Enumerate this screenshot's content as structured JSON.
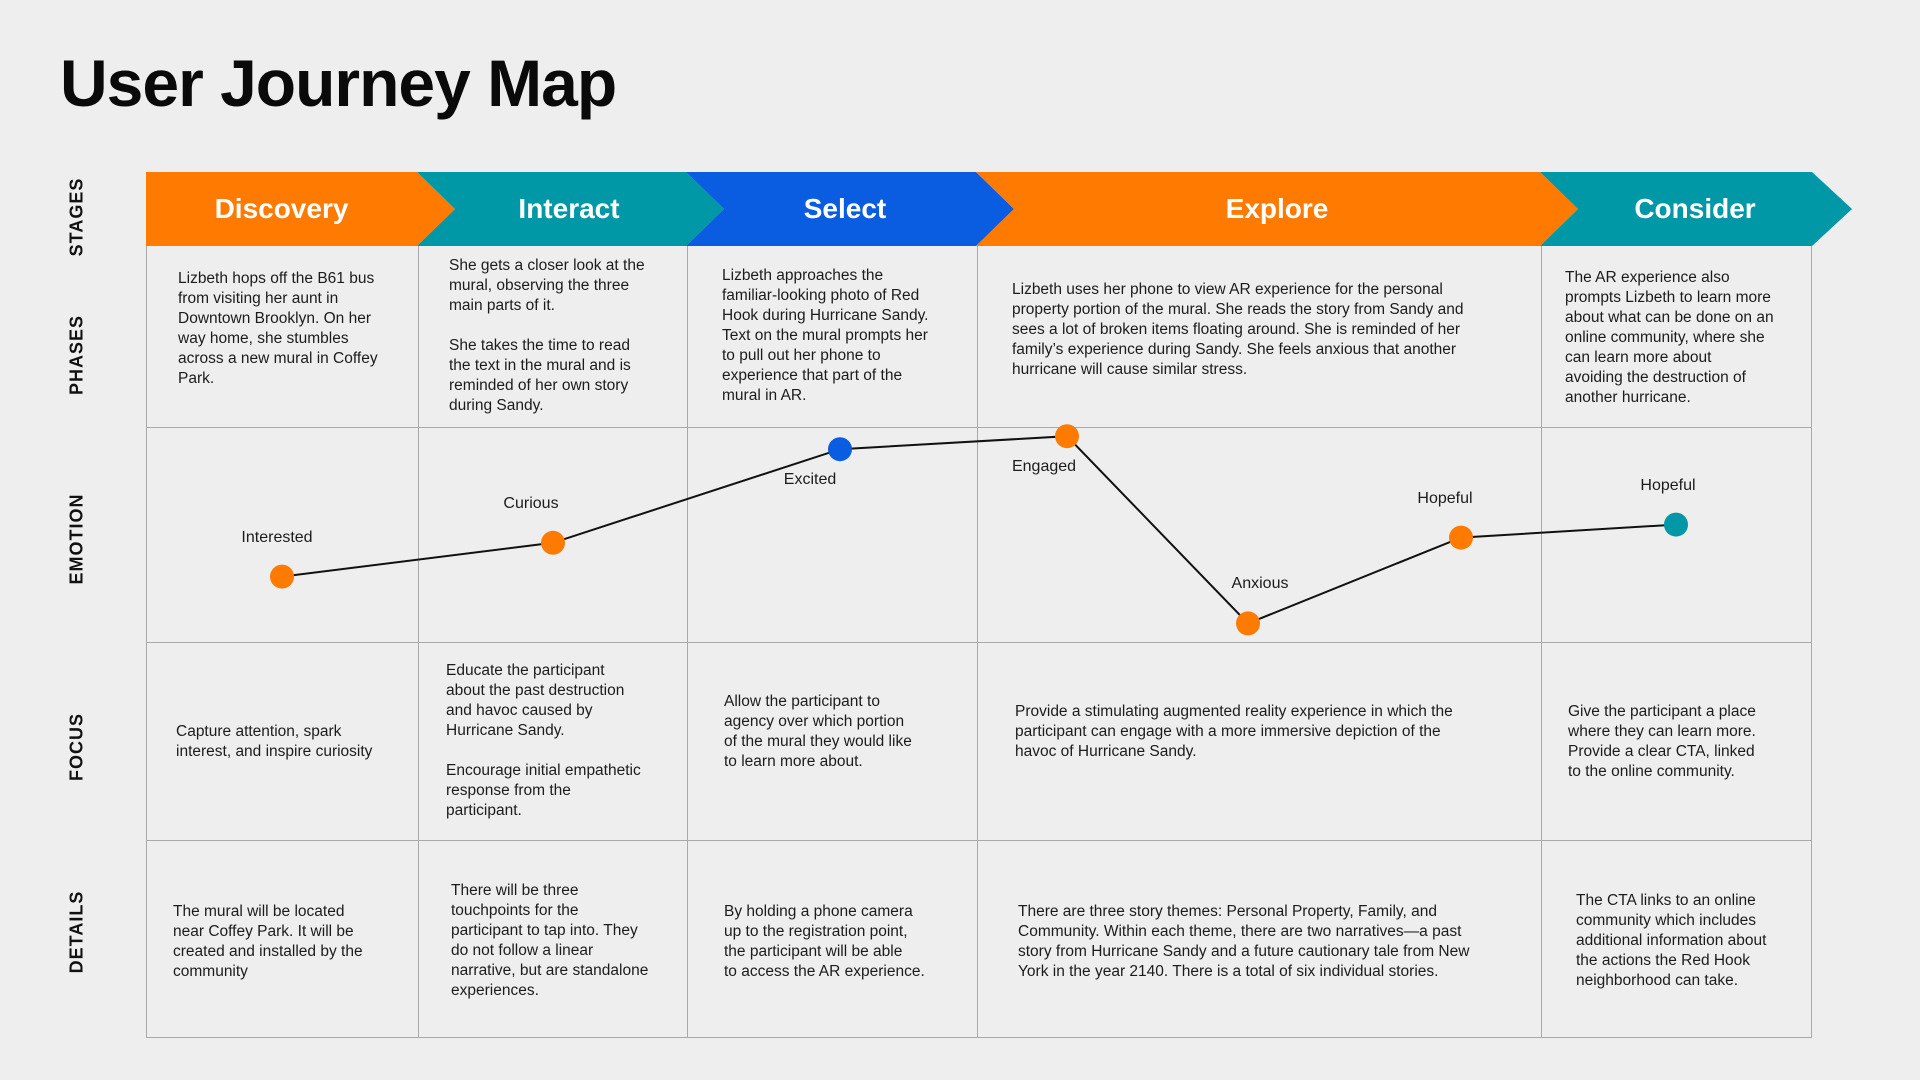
{
  "title": "User Journey Map",
  "colors": {
    "orange": "#ff7a00",
    "teal": "#0098a6",
    "blue": "#0a5ce0",
    "grid": "#a9a9a9",
    "line": "#111111"
  },
  "row_labels": {
    "stages": "STAGES",
    "phases": "PHASES",
    "emotion": "EMOTION",
    "focus": "FOCUS",
    "details": "DETAILS"
  },
  "stages": [
    {
      "name": "Discovery",
      "color": "#ff7a00",
      "phase": "Lizbeth hops off the B61 bus\nfrom visiting her aunt in\nDowntown Brooklyn. On her\nway home, she stumbles\nacross a new mural in Coffey\nPark.",
      "focus": "Capture attention, spark\ninterest, and inspire curiosity",
      "details": "The mural will be located\nnear Coffey Park. It will be\ncreated and installed by the\ncommunity"
    },
    {
      "name": "Interact",
      "color": "#0098a6",
      "phase": "She gets a closer look at the\nmural, observing the three\nmain parts of it.\n\nShe takes the time to read\nthe text in the mural and is\nreminded of her own story\nduring Sandy.",
      "focus": "Educate the participant\nabout the past destruction\nand havoc caused by\nHurricane Sandy.\n\nEncourage initial empathetic\nresponse from the\nparticipant.",
      "details": "There will be three\ntouchpoints for the\nparticipant to tap into. They\ndo not follow a linear\nnarrative, but are standalone\nexperiences."
    },
    {
      "name": "Select",
      "color": "#0a5ce0",
      "phase": "Lizbeth approaches the\nfamiliar-looking photo of Red\nHook during Hurricane Sandy.\nText on the mural prompts her\nto pull out her phone to\nexperience that part of the\nmural in AR.",
      "focus": "Allow the participant to\nagency over which portion\nof the mural they would like\nto learn more about.",
      "details": "By holding a phone camera\nup to the registration point,\nthe participant will be able\nto access the AR experience."
    },
    {
      "name": "Explore",
      "color": "#ff7a00",
      "phase": "Lizbeth uses her phone to view AR experience for the personal\nproperty portion of the mural. She reads the story from Sandy and\nsees a lot of broken items floating around. She is reminded of her\nfamily’s experience during Sandy. She feels anxious that another\nhurricane will cause similar stress.",
      "focus": "Provide a stimulating augmented reality experience in which the\nparticipant can engage with a more immersive depiction of the\nhavoc of Hurricane Sandy.",
      "details": "There are three story themes: Personal Property, Family, and\nCommunity. Within each theme, there are two narratives—a past\nstory from Hurricane Sandy and a future cautionary tale from New\nYork in the year 2140. There is a total of six individual stories."
    },
    {
      "name": "Consider",
      "color": "#0098a6",
      "phase": "The AR experience also\nprompts Lizbeth to learn more\nabout what can be done on an\nonline community, where she\ncan learn more about\navoiding the destruction of\nanother hurricane.",
      "focus": "Give the participant a place\nwhere they can learn more.\nProvide a clear CTA, linked\nto the online community.",
      "details": "The CTA links to an online\ncommunity which includes\nadditional information about\nthe actions the Red Hook\nneighborhood can take."
    }
  ],
  "emotions": [
    {
      "label": "Interested",
      "level": 0.34,
      "color": "#ff7a00"
    },
    {
      "label": "Curious",
      "level": 0.47,
      "color": "#ff7a00"
    },
    {
      "label": "Excited",
      "level": 0.83,
      "color": "#0a5ce0"
    },
    {
      "label": "Engaged",
      "level": 0.88,
      "color": "#ff7a00"
    },
    {
      "label": "Anxious",
      "level": 0.16,
      "color": "#ff7a00"
    },
    {
      "label": "Hopeful",
      "level": 0.49,
      "color": "#ff7a00"
    },
    {
      "label": "Hopeful",
      "level": 0.54,
      "color": "#0098a6"
    }
  ]
}
